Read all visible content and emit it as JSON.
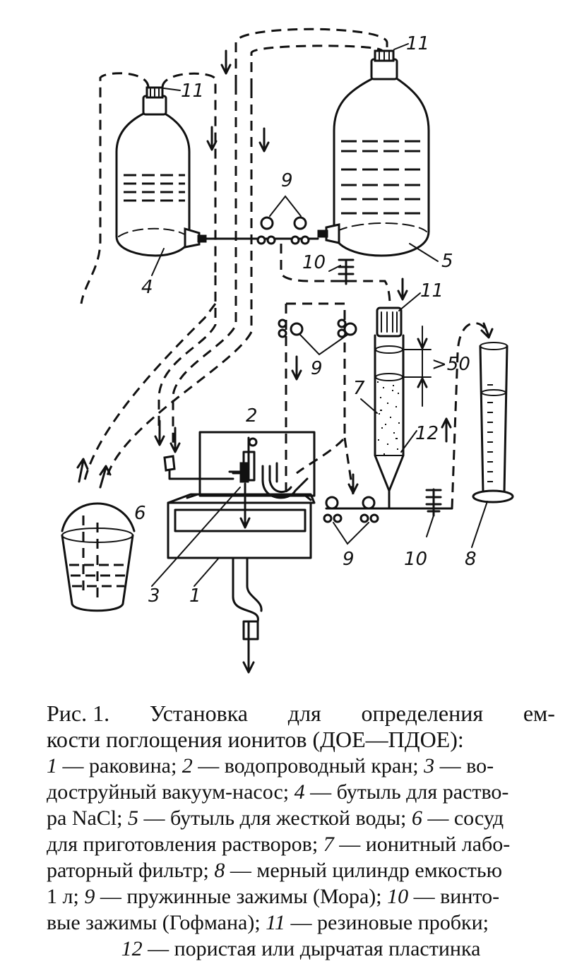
{
  "figure": {
    "labels": {
      "l1": "1",
      "l2": "2",
      "l3": "3",
      "l4": "4",
      "l5": "5",
      "l6": "6",
      "l7": "7",
      "l8": "8",
      "l9a": "9",
      "l9b": "9",
      "l9c": "9",
      "l10a": "10",
      "l10b": "10",
      "l11a": "11",
      "l11b": "11",
      "l11c": "11",
      "l12": "12",
      "dim": ">50"
    }
  },
  "caption": {
    "fig_label": "Рис. 1.",
    "title_w1": "Установка",
    "title_w2": "для",
    "title_w3": "определения",
    "title_w4": "ем-",
    "title_line2": "кости поглощения ионитов (ДОЕ—ПДОЕ):",
    "items": [
      {
        "num": "1",
        "text": " — раковина; "
      },
      {
        "num": "2",
        "text": " — водопроводный кран; "
      },
      {
        "num": "3",
        "text": " — водоструйный вакуум-насос; "
      },
      {
        "num": "4",
        "text": " — бутыль для раствора NaCl; "
      },
      {
        "num": "5",
        "text": " — бутыль для жесткой воды; "
      },
      {
        "num": "6",
        "text": " — сосуд для приготовления растворов; "
      },
      {
        "num": "7",
        "text": " — ионитный лабораторный фильтр; "
      },
      {
        "num": "8",
        "text": " — мерный цилиндр емкостью 1 л; "
      },
      {
        "num": "9",
        "text": " — пружинные зажимы (Мора); "
      },
      {
        "num": "10",
        "text": " — винтовые зажимы (Гофмана); "
      },
      {
        "num": "11",
        "text": " — резиновые пробки; "
      },
      {
        "num": "12",
        "text": " — пористая или дырчатая пластинка"
      }
    ],
    "lines": [
      [
        {
          "n": "1",
          "t": " — раковина;  "
        },
        {
          "n": "2",
          "t": " — водопроводный кран;  "
        },
        {
          "n": "3",
          "t": " — во-"
        }
      ],
      [
        {
          "t": "доструйный вакуум-насос;  "
        },
        {
          "n": "4",
          "t": " — бутыль для раство-"
        }
      ],
      [
        {
          "t": "ра NaCl;  "
        },
        {
          "n": "5",
          "t": " — бутыль для жесткой воды;  "
        },
        {
          "n": "6",
          "t": " — сосуд"
        }
      ],
      [
        {
          "t": "для приготовления растворов;  "
        },
        {
          "n": "7",
          "t": " — ионитный лабо-"
        }
      ],
      [
        {
          "t": "раторный фильтр;  "
        },
        {
          "n": "8",
          "t": " — мерный цилиндр емкостью"
        }
      ],
      [
        {
          "t": "1 л;  "
        },
        {
          "n": "9",
          "t": " — пружинные зажимы (Мора);  "
        },
        {
          "n": "10",
          "t": " — винто-"
        }
      ],
      [
        {
          "t": "вые зажимы (Гофмана);  "
        },
        {
          "n": "11",
          "t": " — резиновые пробки;"
        }
      ],
      [
        {
          "n": "12",
          "t": " — пористая или дырчатая пластинка"
        }
      ]
    ]
  }
}
